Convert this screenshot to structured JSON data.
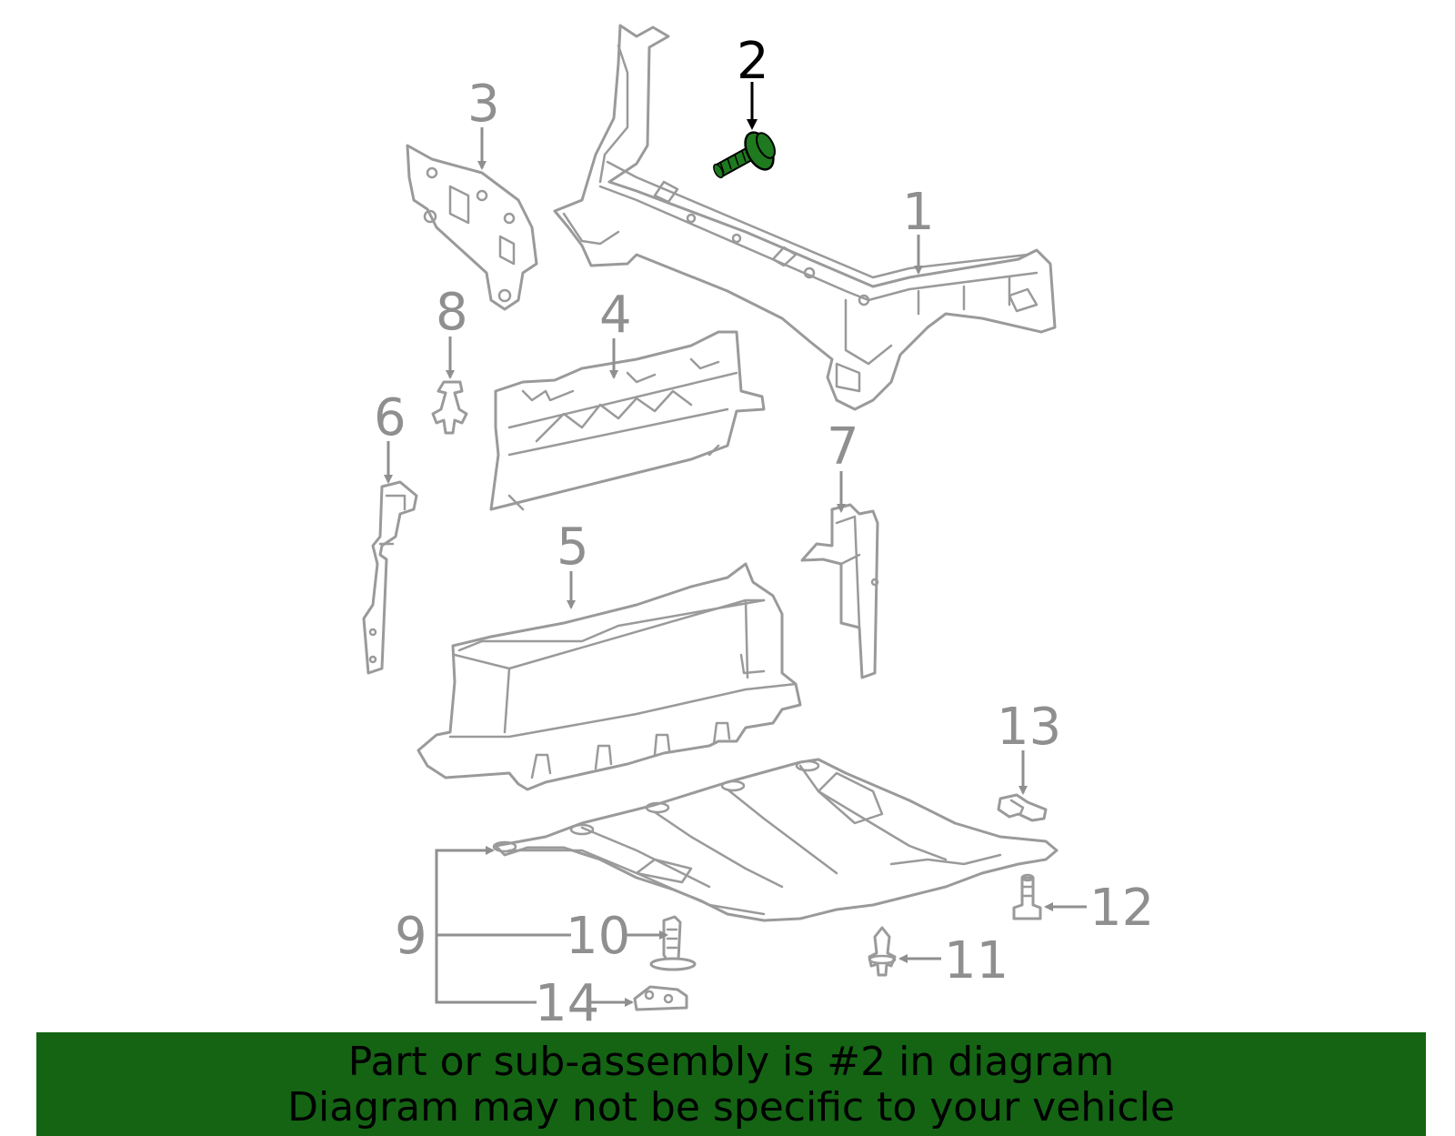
{
  "callouts": {
    "n1": "1",
    "n2": "2",
    "n3": "3",
    "n4": "4",
    "n5": "5",
    "n6": "6",
    "n7": "7",
    "n8": "8",
    "n9": "9",
    "n10": "10",
    "n11": "11",
    "n12": "12",
    "n13": "13",
    "n14": "14"
  },
  "highlight": {
    "callout": "2",
    "color": "#1f7a1f"
  },
  "banner": {
    "line1": "Part or sub-assembly is #2 in diagram",
    "line2": "Diagram may not be specific to your vehicle",
    "background": "#146414"
  }
}
